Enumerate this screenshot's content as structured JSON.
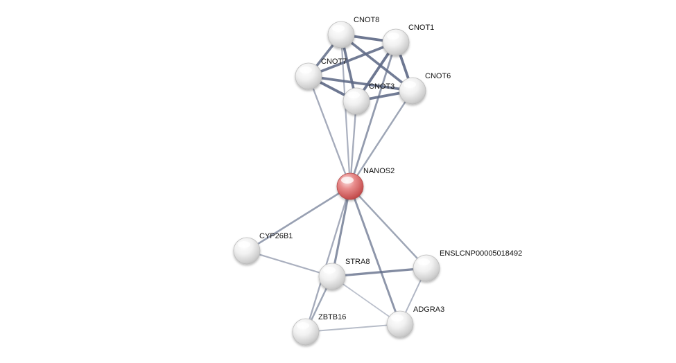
{
  "network": {
    "query_protein": "NANOS2",
    "colors": {
      "query_node": "#e07a7a",
      "partner_node": "#e4e4e4",
      "edge": "#5e6a86",
      "label": "#111111"
    },
    "nodes": [
      {
        "id": "CNOT8",
        "label": "CNOT8",
        "query": false
      },
      {
        "id": "CNOT1",
        "label": "CNOT1",
        "query": false
      },
      {
        "id": "CNOT7",
        "label": "CNOT7",
        "query": false
      },
      {
        "id": "CNOT3",
        "label": "CNOT3",
        "query": false
      },
      {
        "id": "CNOT6",
        "label": "CNOT6",
        "query": false
      },
      {
        "id": "NANOS2",
        "label": "NANOS2",
        "query": true
      },
      {
        "id": "CYP26B1",
        "label": "CYP26B1",
        "query": false
      },
      {
        "id": "STRA8",
        "label": "STRA8",
        "query": false
      },
      {
        "id": "ENSLCNP00005018492",
        "label": "ENSLCNP00005018492",
        "query": false
      },
      {
        "id": "ZBTB16",
        "label": "ZBTB16",
        "query": false
      },
      {
        "id": "ADGRA3",
        "label": "ADGRA3",
        "query": false
      }
    ],
    "edges": [
      {
        "source": "CNOT8",
        "target": "CNOT1",
        "confidence": 0.95
      },
      {
        "source": "CNOT8",
        "target": "CNOT7",
        "confidence": 0.85
      },
      {
        "source": "CNOT8",
        "target": "CNOT3",
        "confidence": 0.9
      },
      {
        "source": "CNOT8",
        "target": "CNOT6",
        "confidence": 0.9
      },
      {
        "source": "CNOT1",
        "target": "CNOT7",
        "confidence": 0.9
      },
      {
        "source": "CNOT1",
        "target": "CNOT3",
        "confidence": 0.95
      },
      {
        "source": "CNOT1",
        "target": "CNOT6",
        "confidence": 0.95
      },
      {
        "source": "CNOT7",
        "target": "CNOT3",
        "confidence": 0.95
      },
      {
        "source": "CNOT7",
        "target": "CNOT6",
        "confidence": 0.9
      },
      {
        "source": "CNOT3",
        "target": "CNOT6",
        "confidence": 0.9
      },
      {
        "source": "NANOS2",
        "target": "CNOT8",
        "confidence": 0.4
      },
      {
        "source": "NANOS2",
        "target": "CNOT1",
        "confidence": 0.6
      },
      {
        "source": "NANOS2",
        "target": "CNOT7",
        "confidence": 0.45
      },
      {
        "source": "NANOS2",
        "target": "CNOT3",
        "confidence": 0.45
      },
      {
        "source": "NANOS2",
        "target": "CNOT6",
        "confidence": 0.5
      },
      {
        "source": "NANOS2",
        "target": "CYP26B1",
        "confidence": 0.55
      },
      {
        "source": "NANOS2",
        "target": "STRA8",
        "confidence": 0.7
      },
      {
        "source": "NANOS2",
        "target": "ENSLCNP00005018492",
        "confidence": 0.5
      },
      {
        "source": "NANOS2",
        "target": "ADGRA3",
        "confidence": 0.65
      },
      {
        "source": "NANOS2",
        "target": "ZBTB16",
        "confidence": 0.45
      },
      {
        "source": "CYP26B1",
        "target": "STRA8",
        "confidence": 0.4
      },
      {
        "source": "STRA8",
        "target": "ENSLCNP00005018492",
        "confidence": 0.75
      },
      {
        "source": "STRA8",
        "target": "ZBTB16",
        "confidence": 0.5
      },
      {
        "source": "STRA8",
        "target": "ADGRA3",
        "confidence": 0.25
      },
      {
        "source": "ENSLCNP00005018492",
        "target": "ADGRA3",
        "confidence": 0.35
      },
      {
        "source": "ZBTB16",
        "target": "ADGRA3",
        "confidence": 0.3
      }
    ]
  }
}
